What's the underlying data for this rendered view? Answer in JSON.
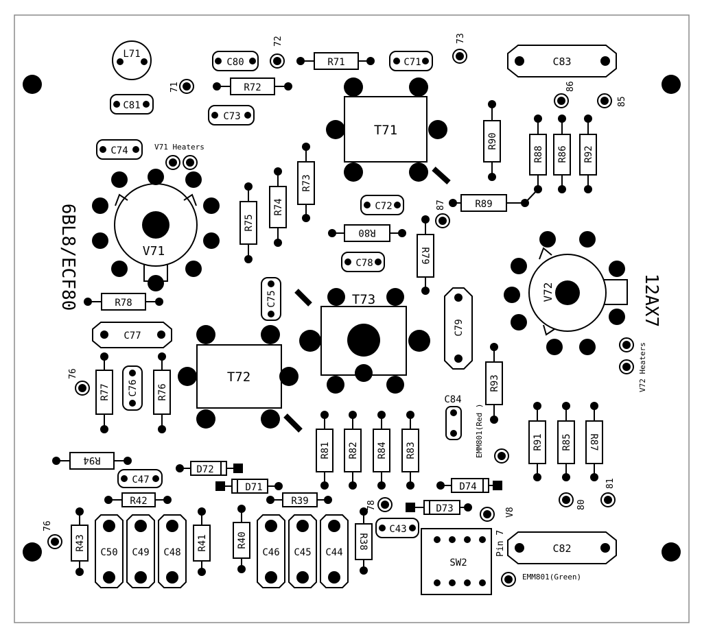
{
  "board": {
    "colors": {
      "ink": "#000000",
      "paper": "#ffffff",
      "frame": "#8a8a8a"
    }
  },
  "labels": {
    "L71": "L71",
    "C80": "C80",
    "t72": "72",
    "R71": "R71",
    "C71": "C71",
    "t73": "73",
    "C83": "C83",
    "t71": "71",
    "R72": "R72",
    "C81": "C81",
    "C73": "C73",
    "T71": "T71",
    "t86": "86",
    "t85": "85",
    "C74": "C74",
    "v71heaters": "V71 Heaters",
    "R90": "R90",
    "R88": "R88",
    "R86": "R86",
    "R92": "R92",
    "R73": "R73",
    "R74": "R74",
    "R75": "R75",
    "C72": "C72",
    "t87": "87",
    "R89": "R89",
    "R80": "R80",
    "C78": "C78",
    "R79": "R79",
    "V71": "V71",
    "tube1": "6BL8/ECF80",
    "V72": "V72",
    "tube2": "12AX7",
    "R78": "R78",
    "C75": "C75",
    "T73": "T73",
    "C79": "C79",
    "C77": "C77",
    "t76a": "76",
    "R77": "R77",
    "C76": "C76",
    "R76": "R76",
    "T72": "T72",
    "v72heaters": "V72 Heaters",
    "R93": "R93",
    "C84": "C84",
    "emmred": "EMM801(Red )",
    "R81": "R81",
    "R82": "R82",
    "R84": "R84",
    "R83": "R83",
    "R91": "R91",
    "R85": "R85",
    "R87": "R87",
    "R94": "R94",
    "D72": "D72",
    "C47": "C47",
    "D71": "D71",
    "D74": "D74",
    "R42": "R42",
    "R39": "R39",
    "t81": "81",
    "t80": "80",
    "t78": "78",
    "D73": "D73",
    "v8": "V8",
    "pin7": "Pin 7",
    "t76b": "76",
    "R43": "R43",
    "C50": "C50",
    "C49": "C49",
    "C48": "C48",
    "R41": "R41",
    "R40": "R40",
    "C46": "C46",
    "C45": "C45",
    "C44": "C44",
    "R38": "R38",
    "C43": "C43",
    "SW2": "SW2",
    "C82": "C82",
    "emmgreen": "EMM801(Green)"
  }
}
